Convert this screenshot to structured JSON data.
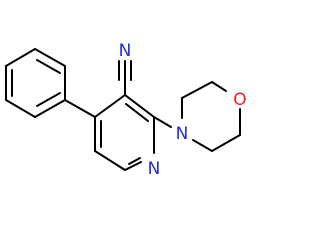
{
  "atoms": {
    "nitrile_nitrogen": "N",
    "pyridine_nitrogen": "N",
    "morpholine_nitrogen": "N",
    "morpholine_oxygen": "O"
  },
  "colors": {
    "bond": "#000000",
    "nitrogen": "#1f2be0",
    "oxygen": "#ff1a1a",
    "background": "#ffffff"
  }
}
